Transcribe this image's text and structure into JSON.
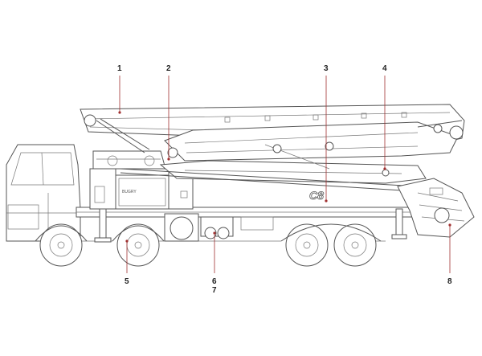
{
  "diagram": {
    "callouts": [
      {
        "id": "1",
        "label": "1"
      },
      {
        "id": "2",
        "label": "2"
      },
      {
        "id": "3",
        "label": "3"
      },
      {
        "id": "4",
        "label": "4"
      },
      {
        "id": "5",
        "label": "5"
      },
      {
        "id": "6",
        "label": "6"
      },
      {
        "id": "7",
        "label": "7"
      },
      {
        "id": "8",
        "label": "8"
      }
    ],
    "boom_lettering": "C8",
    "panel_lettering": "BUGRY"
  }
}
